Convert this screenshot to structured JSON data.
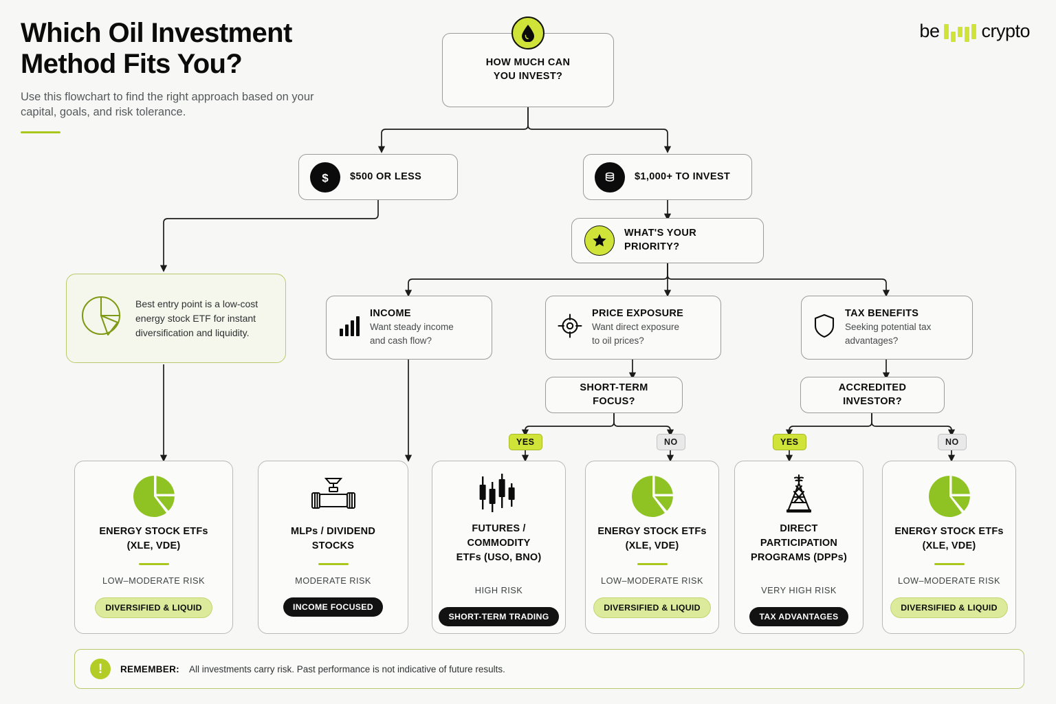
{
  "header": {
    "title_line1": "Which Oil Investment",
    "title_line2": "Method Fits You?",
    "subtitle": "Use this flowchart to find the right approach based on your capital, goals, and risk tolerance."
  },
  "logo": {
    "word1": "be",
    "word2": "crypto",
    "mark": "in-brackets-logo"
  },
  "flow": {
    "root": {
      "label_line1": "HOW MUCH CAN",
      "label_line2": "YOU INVEST?",
      "icon": "oil-drop-icon"
    },
    "branch_small": {
      "label": "$500 OR LESS",
      "icon": "dollar-coin-icon"
    },
    "branch_large": {
      "label": "$1,000+ TO INVEST",
      "icon": "coin-stack-icon"
    },
    "priority": {
      "label_line1": "WHAT'S YOUR",
      "label_line2": "PRIORITY?",
      "icon": "star-icon"
    },
    "info_panel": {
      "icon": "pie-chart-outline-icon",
      "text": "Best entry point is a low-cost energy stock ETF for instant diversification and liquidity."
    },
    "options": [
      {
        "title": "INCOME",
        "desc_line1": "Want steady income",
        "desc_line2": "and cash flow?",
        "icon": "bar-chart-icon"
      },
      {
        "title": "PRICE EXPOSURE",
        "desc_line1": "Want direct exposure",
        "desc_line2": "to oil prices?",
        "icon": "target-icon"
      },
      {
        "title": "TAX BENEFITS",
        "desc_line1": "Seeking potential tax",
        "desc_line2": "advantages?",
        "icon": "shield-icon"
      }
    ],
    "questions": [
      {
        "line1": "SHORT-TERM",
        "line2": "FOCUS?"
      },
      {
        "line1": "ACCREDITED",
        "line2": "INVESTOR?"
      }
    ],
    "pills": {
      "yes": "YES",
      "no": "NO"
    }
  },
  "results": [
    {
      "icon": "pie-chart-filled-icon",
      "name_line1": "ENERGY STOCK ETFs",
      "name_line2": "(XLE, VDE)",
      "risk": "LOW–MODERATE RISK",
      "tag": "DIVERSIFIED & LIQUID",
      "tag_style": "lime"
    },
    {
      "icon": "pipeline-valve-icon",
      "name_line1": "MLPs / DIVIDEND",
      "name_line2": "STOCKS",
      "risk": "MODERATE RISK",
      "tag": "INCOME FOCUSED",
      "tag_style": "dark"
    },
    {
      "icon": "candlestick-chart-icon",
      "name_line1": "FUTURES / COMMODITY",
      "name_line2": "ETFs (USO, BNO)",
      "risk": "HIGH RISK",
      "tag": "SHORT-TERM TRADING",
      "tag_style": "dark"
    },
    {
      "icon": "pie-chart-filled-icon",
      "name_line1": "ENERGY STOCK ETFs",
      "name_line2": "(XLE, VDE)",
      "risk": "LOW–MODERATE RISK",
      "tag": "DIVERSIFIED & LIQUID",
      "tag_style": "lime"
    },
    {
      "icon": "oil-derrick-icon",
      "name_line1": "DIRECT PARTICIPATION",
      "name_line2": "PROGRAMS (DPPs)",
      "risk": "VERY HIGH RISK",
      "tag": "TAX ADVANTAGES",
      "tag_style": "dark"
    },
    {
      "icon": "pie-chart-filled-icon",
      "name_line1": "ENERGY STOCK ETFs",
      "name_line2": "(XLE, VDE)",
      "risk": "LOW–MODERATE RISK",
      "tag": "DIVERSIFIED & LIQUID",
      "tag_style": "lime"
    }
  ],
  "footer": {
    "icon": "exclamation-icon",
    "label": "REMEMBER:",
    "message": "All investments carry risk. Past performance is not indicative of future results."
  },
  "colors": {
    "background": "#f7f7f5",
    "lime": "#cfe338",
    "olive": "#a8c61b",
    "dark": "#0b0b0b",
    "panel_bg": "#f6f7ec",
    "tag_lime": "#dcea9c"
  }
}
